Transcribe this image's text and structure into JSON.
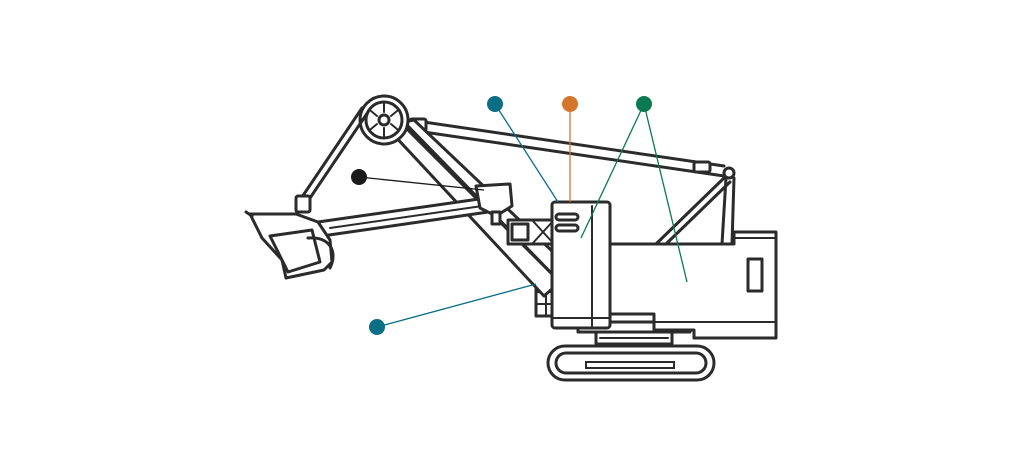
{
  "colors": {
    "background": "#ffffff",
    "outline": "#2b2b2b",
    "callout_black": "#1a1a1a",
    "callout_teal": "#0b6e87",
    "callout_orange": "#d4762c",
    "callout_green": "#0b7a52"
  },
  "callouts": [
    {
      "id": "black",
      "color": "#1a1a1a"
    },
    {
      "id": "teal-top",
      "color": "#0b6e87"
    },
    {
      "id": "orange",
      "color": "#d4762c"
    },
    {
      "id": "green",
      "color": "#0b7a52"
    },
    {
      "id": "teal-bottom",
      "color": "#0b6e87"
    }
  ]
}
